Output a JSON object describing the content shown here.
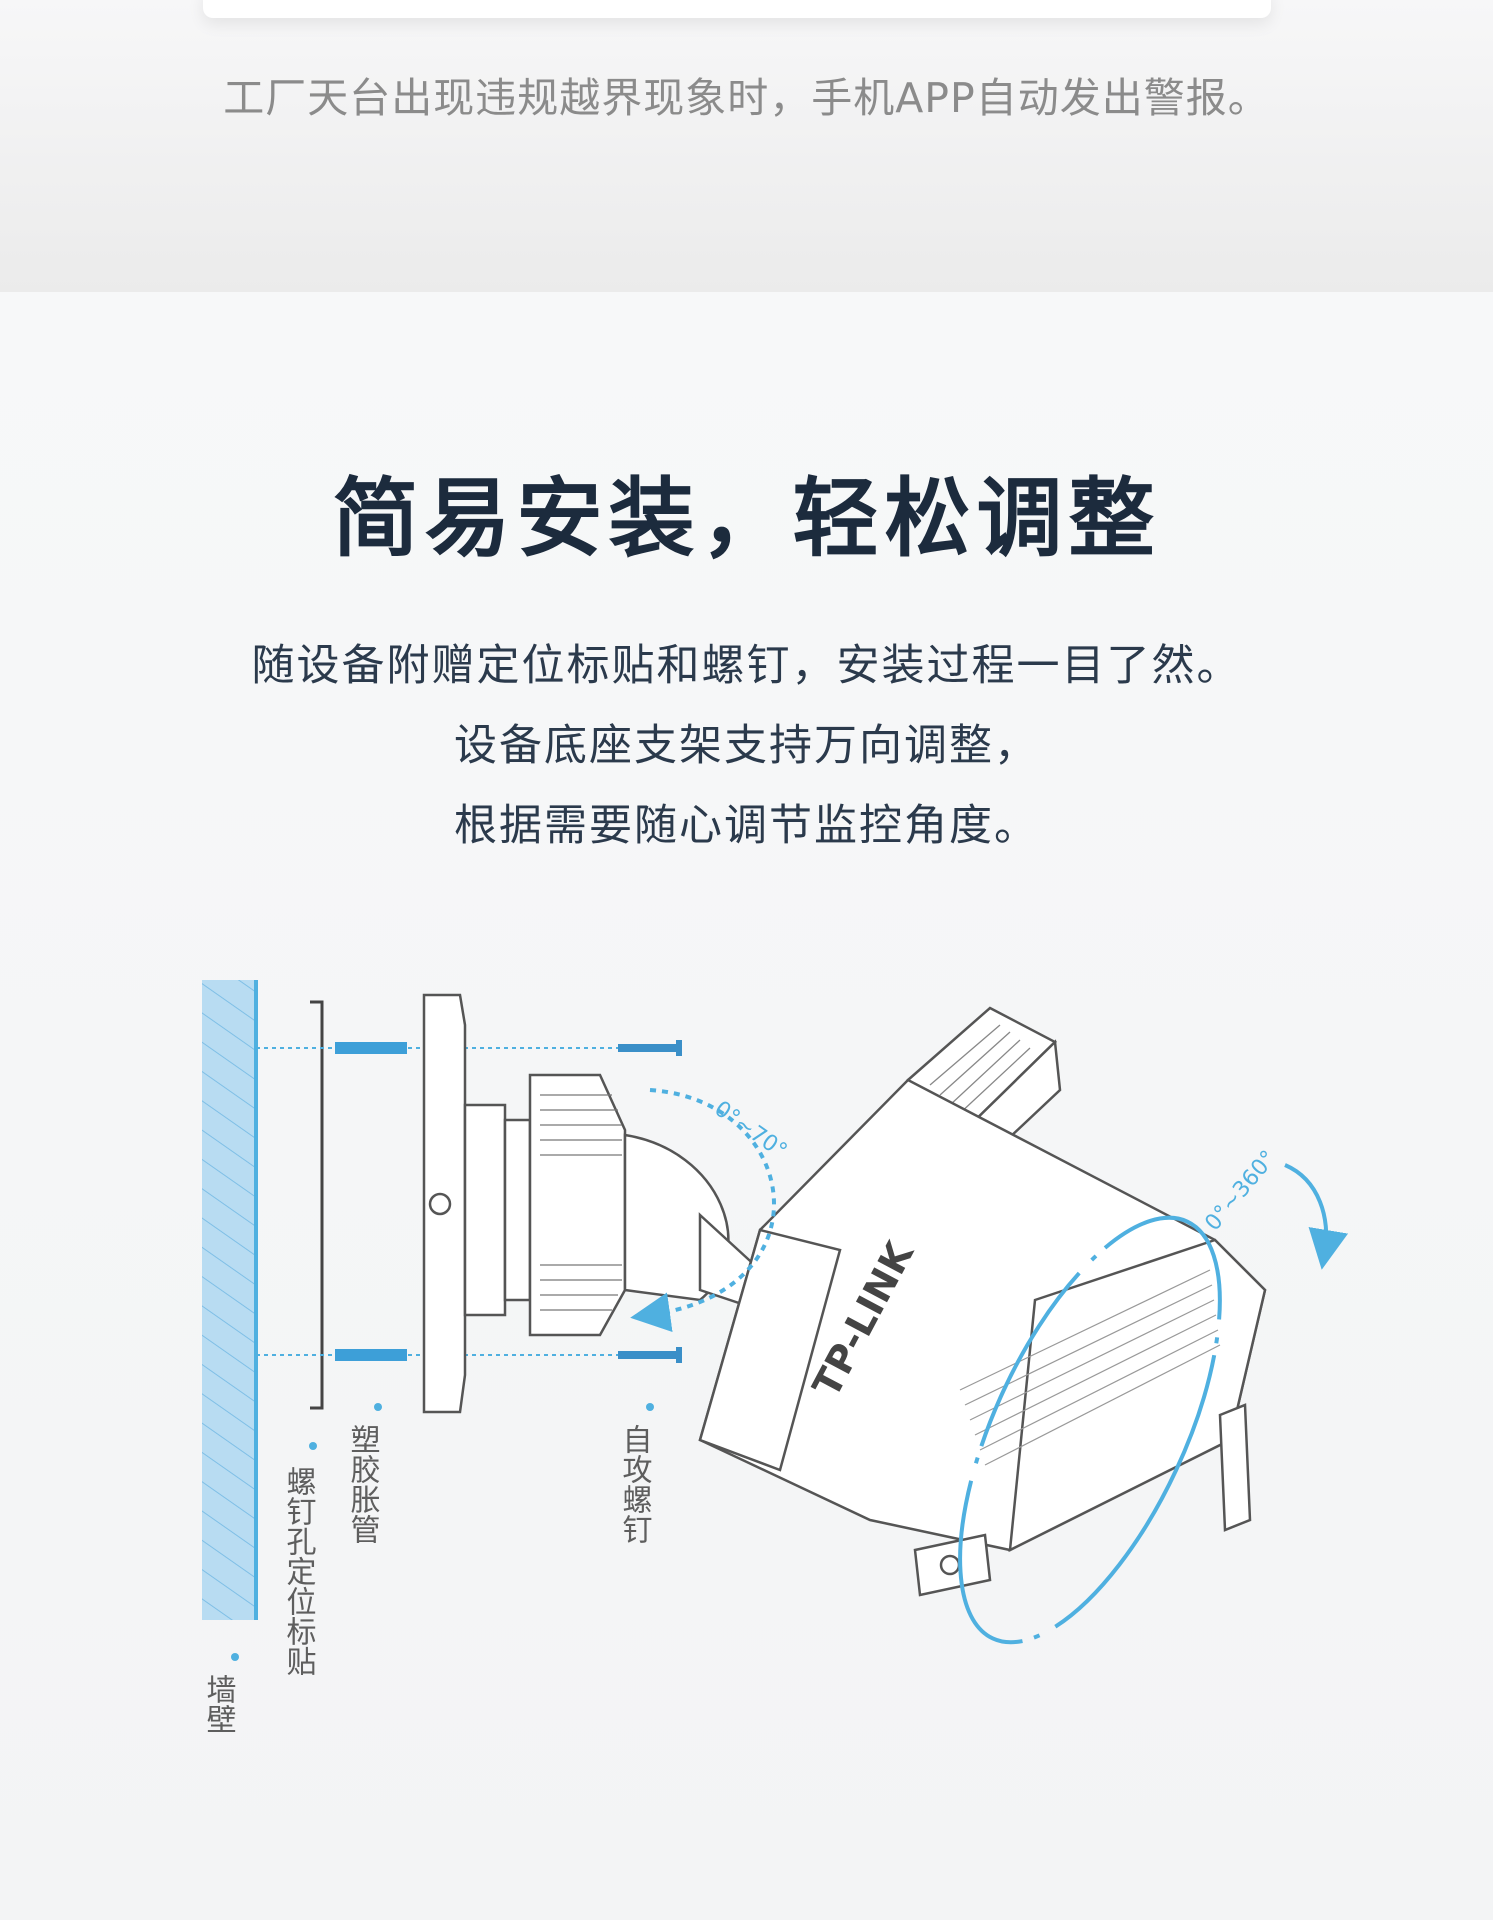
{
  "top_section": {
    "caption": "工厂天台出现违规越界现象时，手机APP自动发出警报。"
  },
  "install_section": {
    "title": "简易安装，轻松调整",
    "description_lines": [
      "随设备附赠定位标贴和螺钉，安装过程一目了然。",
      "设备底座支架支持万向调整，",
      "根据需要随心调节监控角度。"
    ]
  },
  "diagram": {
    "labels": {
      "wall": "墙壁",
      "screw_hole_sticker": "螺钉孔定位标贴",
      "plastic_anchor": "塑胶胀管",
      "self_tapping_screw": "自攻螺钉"
    },
    "tilt_angle": "0°~70°",
    "pan_angle": "0°~360°",
    "brand": "TP-LINK",
    "colors": {
      "accent": "#4fb0e0",
      "wall_fill": "#b8dcf2",
      "line": "#555555"
    }
  }
}
